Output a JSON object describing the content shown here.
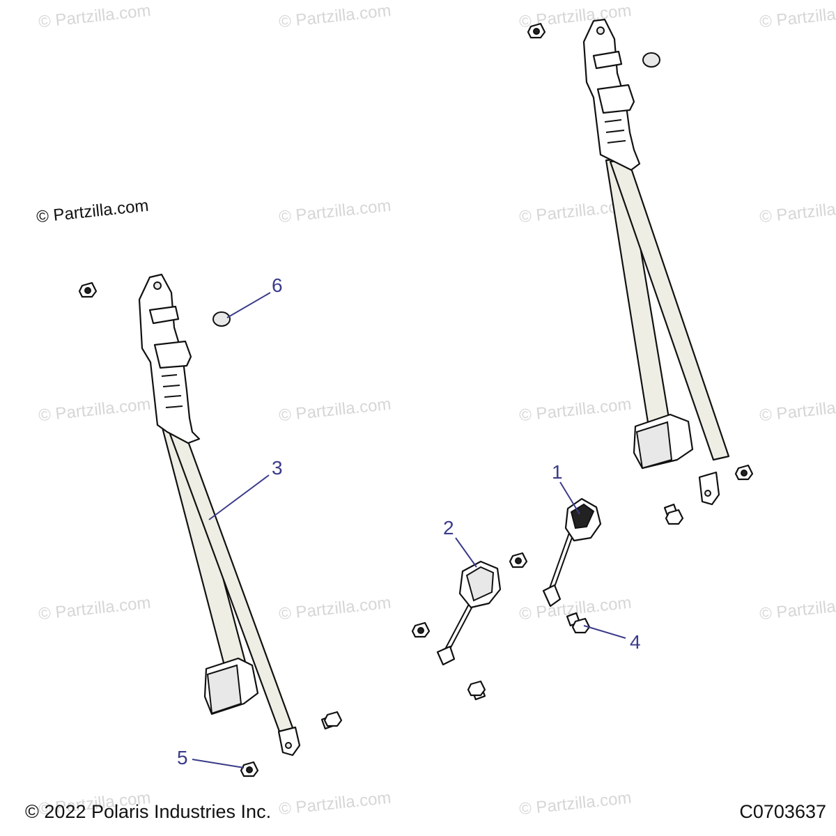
{
  "watermark": "© Partzilla.com",
  "watermark_visible": "© Partzilla.com",
  "callouts": [
    {
      "id": "1",
      "label": "1"
    },
    {
      "id": "2",
      "label": "2"
    },
    {
      "id": "3",
      "label": "3"
    },
    {
      "id": "4",
      "label": "4"
    },
    {
      "id": "5",
      "label": "5"
    },
    {
      "id": "6",
      "label": "6"
    }
  ],
  "footer": {
    "copyright": "© 2022 Polaris Industries Inc.",
    "diagram_code": "C0703637"
  },
  "colors": {
    "callout": "#3b3b8a",
    "strap": "#efeee4",
    "watermark": "#d6d6d6"
  }
}
